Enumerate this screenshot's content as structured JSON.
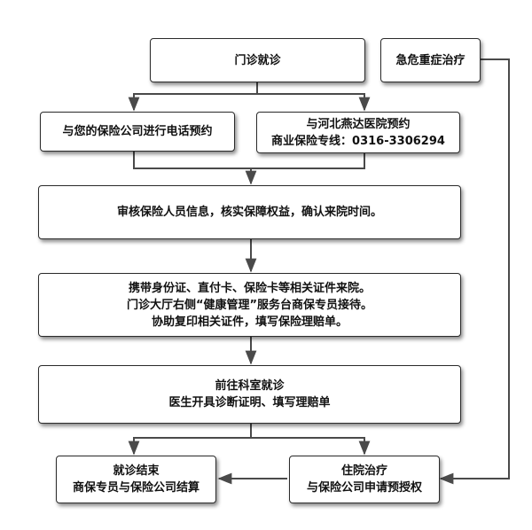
{
  "nodes": {
    "outpatient": {
      "lines": [
        "门诊就诊"
      ]
    },
    "emergency": {
      "lines": [
        "急危重症治疗"
      ]
    },
    "phone_booking": {
      "lines": [
        "与您的保险公司进行电话预约"
      ]
    },
    "hospital_booking": {
      "lines": [
        "与河北燕达医院预约",
        "商业保险专线：0316-3306294"
      ]
    },
    "verify": {
      "lines": [
        "审核保险人员信息，核实保障权益，确认来院时间。"
      ]
    },
    "bring_docs": {
      "lines": [
        "携带身份证、直付卡、保险卡等相关证件来院。",
        "门诊大厅右侧“健康管理”服务台商保专员接待。",
        "协助复印相关证件，填写保险理赔单。"
      ]
    },
    "department": {
      "lines": [
        "前往科室就诊",
        "医生开具诊断证明、填写理赔单"
      ]
    },
    "visit_end": {
      "lines": [
        "就诊结束",
        "商保专员与保险公司结算"
      ]
    },
    "hospitalization": {
      "lines": [
        "住院治疗",
        "与保险公司申请预授权"
      ]
    }
  }
}
